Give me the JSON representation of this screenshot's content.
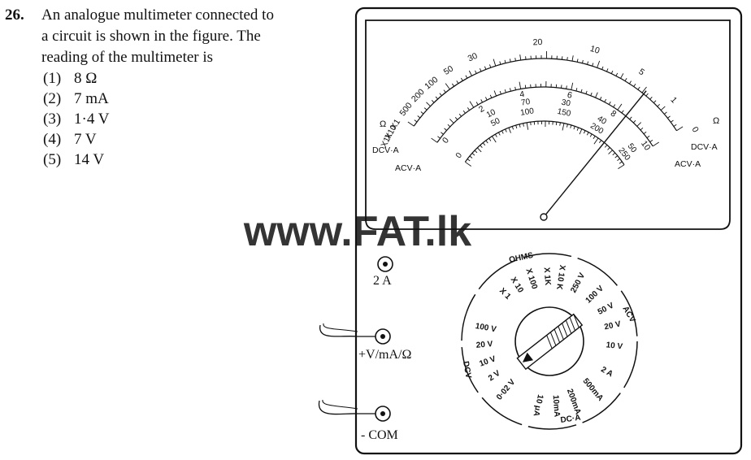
{
  "question": {
    "number": "26.",
    "stem_lines": [
      "An analogue multimeter connected to",
      "a circuit is shown in the figure. The",
      "reading of the multimeter is"
    ],
    "options": [
      {
        "num": "(1)",
        "text": "8 Ω"
      },
      {
        "num": "(2)",
        "text": "7 mA"
      },
      {
        "num": "(3)",
        "text": "1·4  V"
      },
      {
        "num": "(4)",
        "text": "7  V"
      },
      {
        "num": "(5)",
        "text": "14  V"
      }
    ]
  },
  "watermark": "www.FAT.lk",
  "meter": {
    "ohm_labels": [
      "X1k",
      "X10",
      "X1",
      "500",
      "200",
      "100",
      "50",
      "30",
      "20",
      "10",
      "5",
      "1",
      "0"
    ],
    "dcv_labels": [
      "0",
      "2",
      "4",
      "6",
      "8",
      "10"
    ],
    "mid_labels": [
      "0",
      "10",
      "50",
      "70",
      "100",
      "30",
      "150",
      "40",
      "200",
      "50",
      "250"
    ],
    "scale_tags": {
      "ohm_left": "Ω",
      "ohm_right": "Ω",
      "dcv_left": "DCV·A",
      "acv_left": "ACV·A",
      "dcv_right": "DCV·A",
      "acv_right": "ACV·A"
    },
    "needle_reading": 0.84
  },
  "terminals": {
    "amp": "2 A",
    "v_ma_ohm": "+V/mA/Ω",
    "com": "- COM"
  },
  "dial": {
    "ohms_label": "OHMS",
    "acv_label": "ACV",
    "dcv_label": "DCV",
    "dca_label": "DC·A",
    "ohm_ranges": [
      "X 10 K",
      "X 1K",
      "X 100",
      "X 10",
      "X 1"
    ],
    "acv_ranges": [
      "250 V",
      "100 V",
      "50 V",
      "20 V",
      "10 V"
    ],
    "dcv_ranges": [
      "100 V",
      "20 V",
      "10 V",
      "2 V",
      "0·02 V"
    ],
    "dca_ranges": [
      "2 A",
      "500mA",
      "200mA",
      "10mA",
      "10 μA"
    ],
    "selected": "2 V"
  }
}
